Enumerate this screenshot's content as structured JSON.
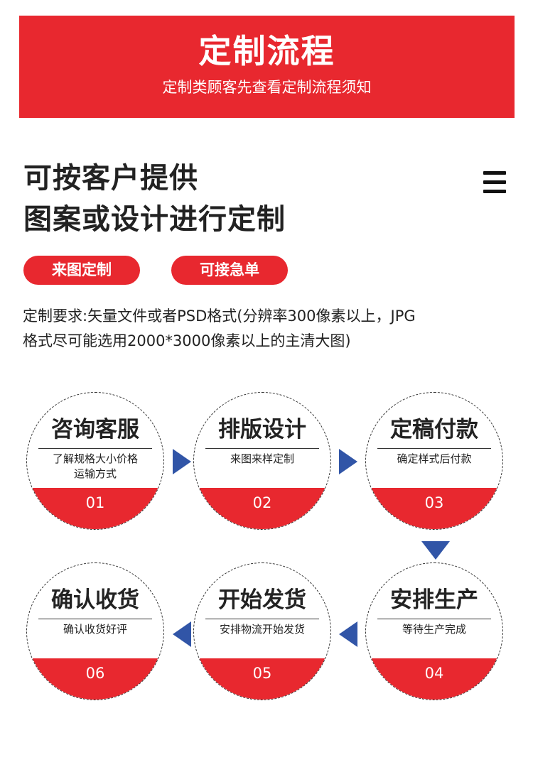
{
  "banner": {
    "title": "定制流程",
    "subtitle": "定制类顾客先查看定制流程须知"
  },
  "headline": {
    "line1": "可按客户提供",
    "line2": "图案或设计进行定制"
  },
  "menu": {
    "icon": "hamburger-icon"
  },
  "tags": [
    {
      "label": "来图定制"
    },
    {
      "label": "可接急单"
    }
  ],
  "requirements": {
    "line1": "定制要求:矢量文件或者PSD格式(分辨率300像素以上，JPG",
    "line2": "格式尽可能选用2000*3000像素以上的主清大图)"
  },
  "steps": [
    {
      "title": "咨询客服",
      "desc_line1": "了解规格大小价格",
      "desc_line2": "运输方式",
      "number": "01"
    },
    {
      "title": "排版设计",
      "desc_line1": "来图来样定制",
      "desc_line2": "",
      "number": "02"
    },
    {
      "title": "定稿付款",
      "desc_line1": "确定样式后付款",
      "desc_line2": "",
      "number": "03"
    },
    {
      "title": "安排生产",
      "desc_line1": "等待生产完成",
      "desc_line2": "",
      "number": "04"
    },
    {
      "title": "开始发货",
      "desc_line1": "安排物流开始发货",
      "desc_line2": "",
      "number": "05"
    },
    {
      "title": "确认收货",
      "desc_line1": "确认收货好评",
      "desc_line2": "",
      "number": "06"
    }
  ],
  "colors": {
    "accent_red": "#e8282f",
    "arrow_blue": "#3155a7",
    "text_dark": "#222222"
  }
}
